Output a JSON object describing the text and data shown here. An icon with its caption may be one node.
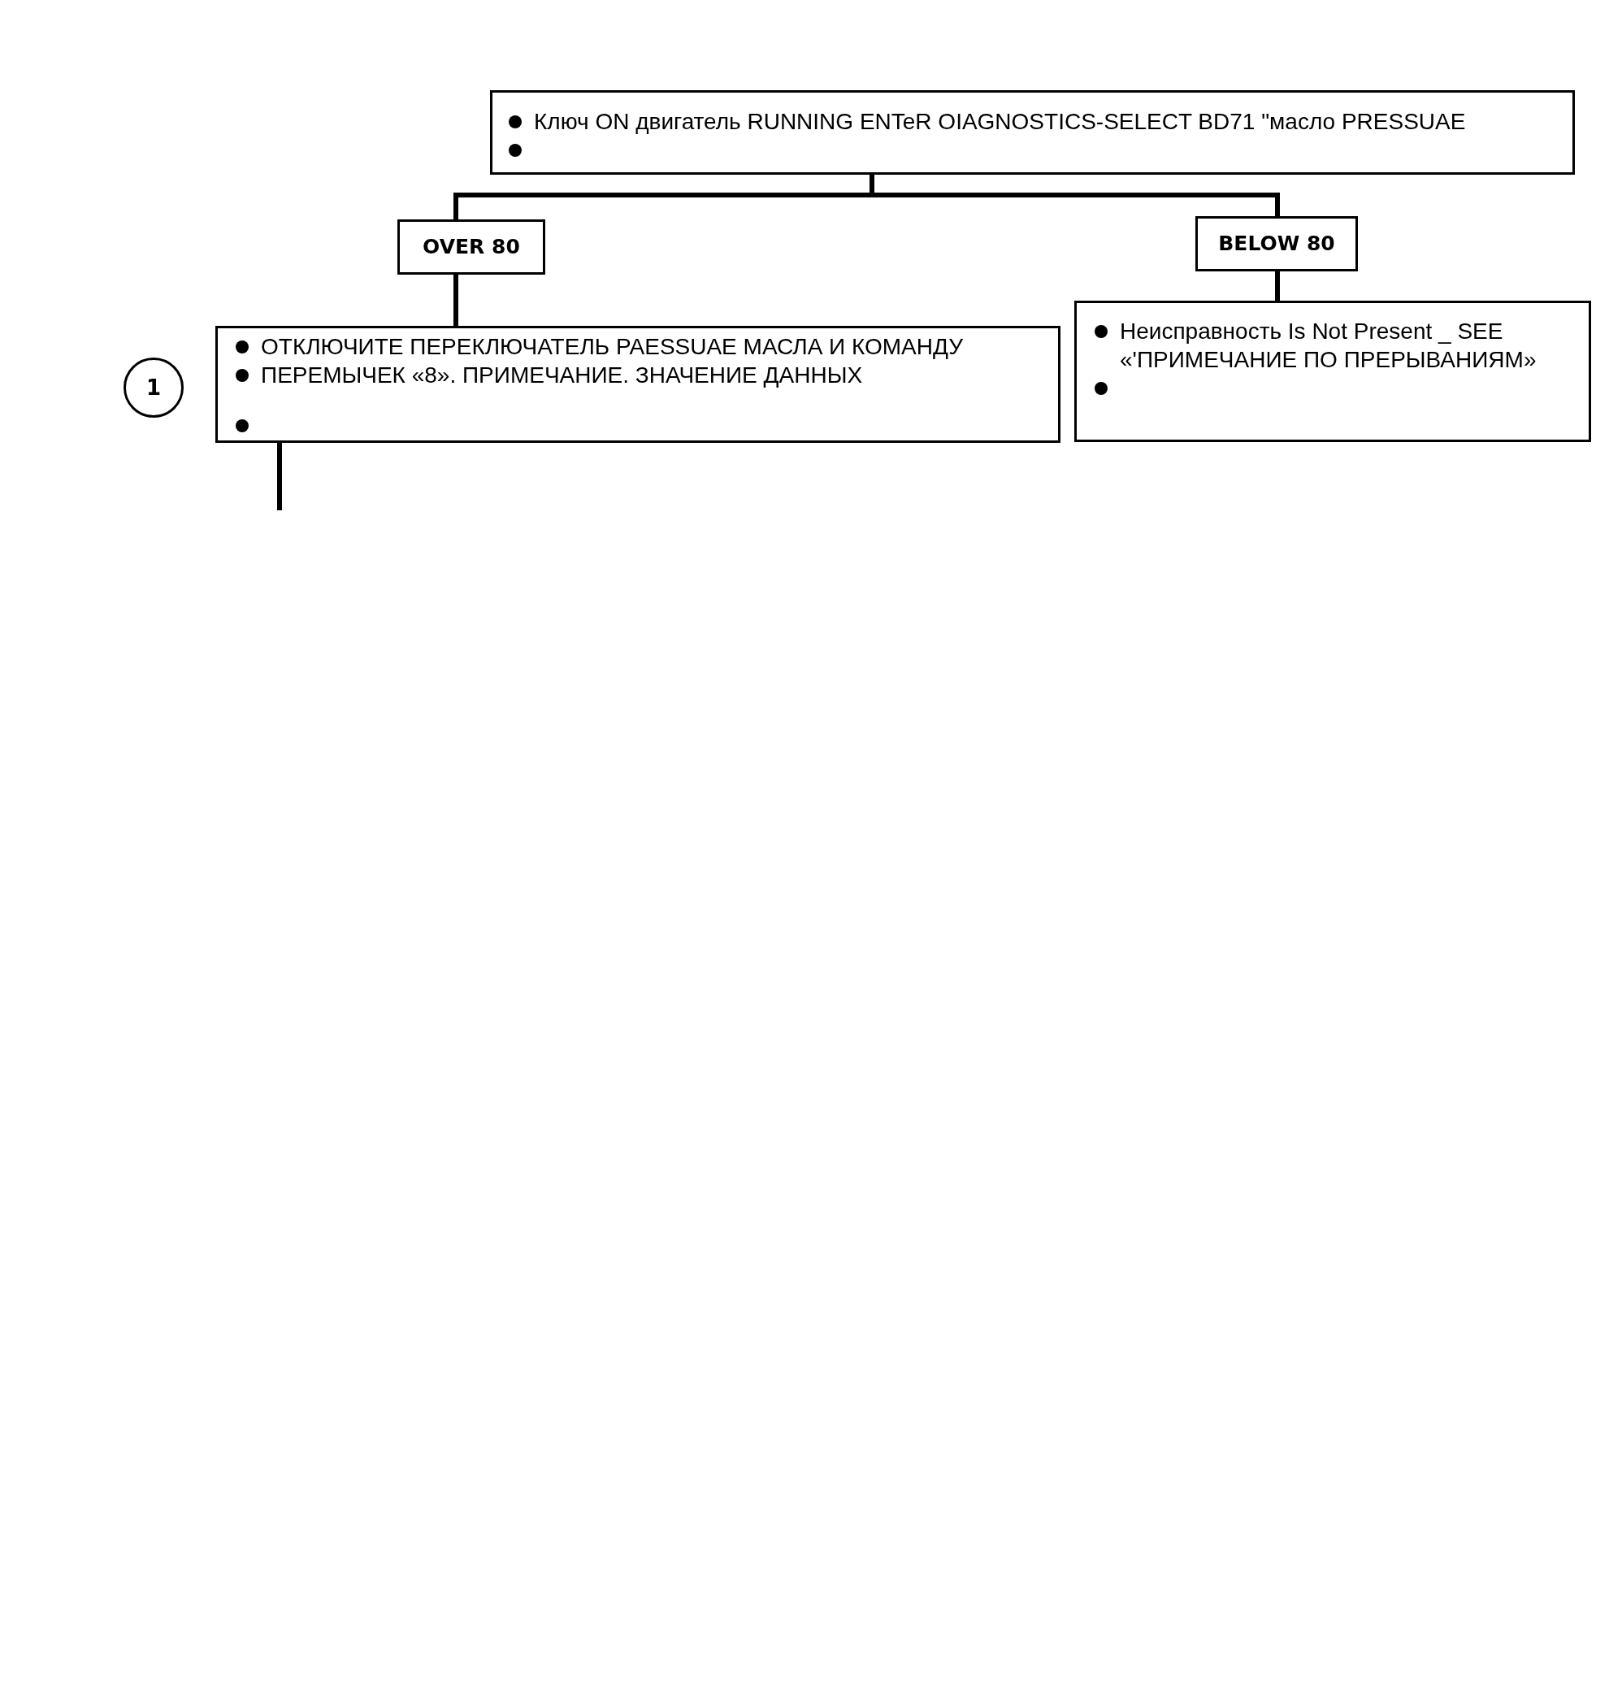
{
  "diagram": {
    "nodes": [
      {
        "text": [
          "Ключ ON двигатель RUNNING ENTeR OIAGNOSTICS-SELECT BD71 \"масло PRESSUAE"
        ]
      },
      {
        "text": [
          "OVER 80"
        ]
      },
      {
        "text": [
          "BELOW 80"
        ]
      },
      {
        "text": [
          "1"
        ]
      },
      {
        "text": [
          "ОТКЛЮЧИТЕ ПЕРЕКЛЮЧАТЕЛЬ PAESSUAE МАСЛА И КОМАНДУ",
          "ПЕРЕМЫЧЕК «8». ПРИМЕЧАНИЕ. ЗНАЧЕНИЕ ДАННЫХ"
        ]
      },
      {
        "text": [
          "Неисправность Is Not Present _ SEE «'ПРИМЕЧАНИЕ ПО ПРЕРЫВАНИЯМ»"
        ]
      }
    ],
    "edges": [
      {
        "from": 0,
        "to": 1,
        "arrow": "none"
      },
      {
        "from": 0,
        "to": 2,
        "arrow": "none"
      },
      {
        "from": 1,
        "to": 4,
        "arrow": "none"
      },
      {
        "from": 2,
        "to": 5,
        "arrow": "none"
      },
      {
        "from": 4,
        "to": null,
        "arrow": "none"
      }
    ]
  }
}
